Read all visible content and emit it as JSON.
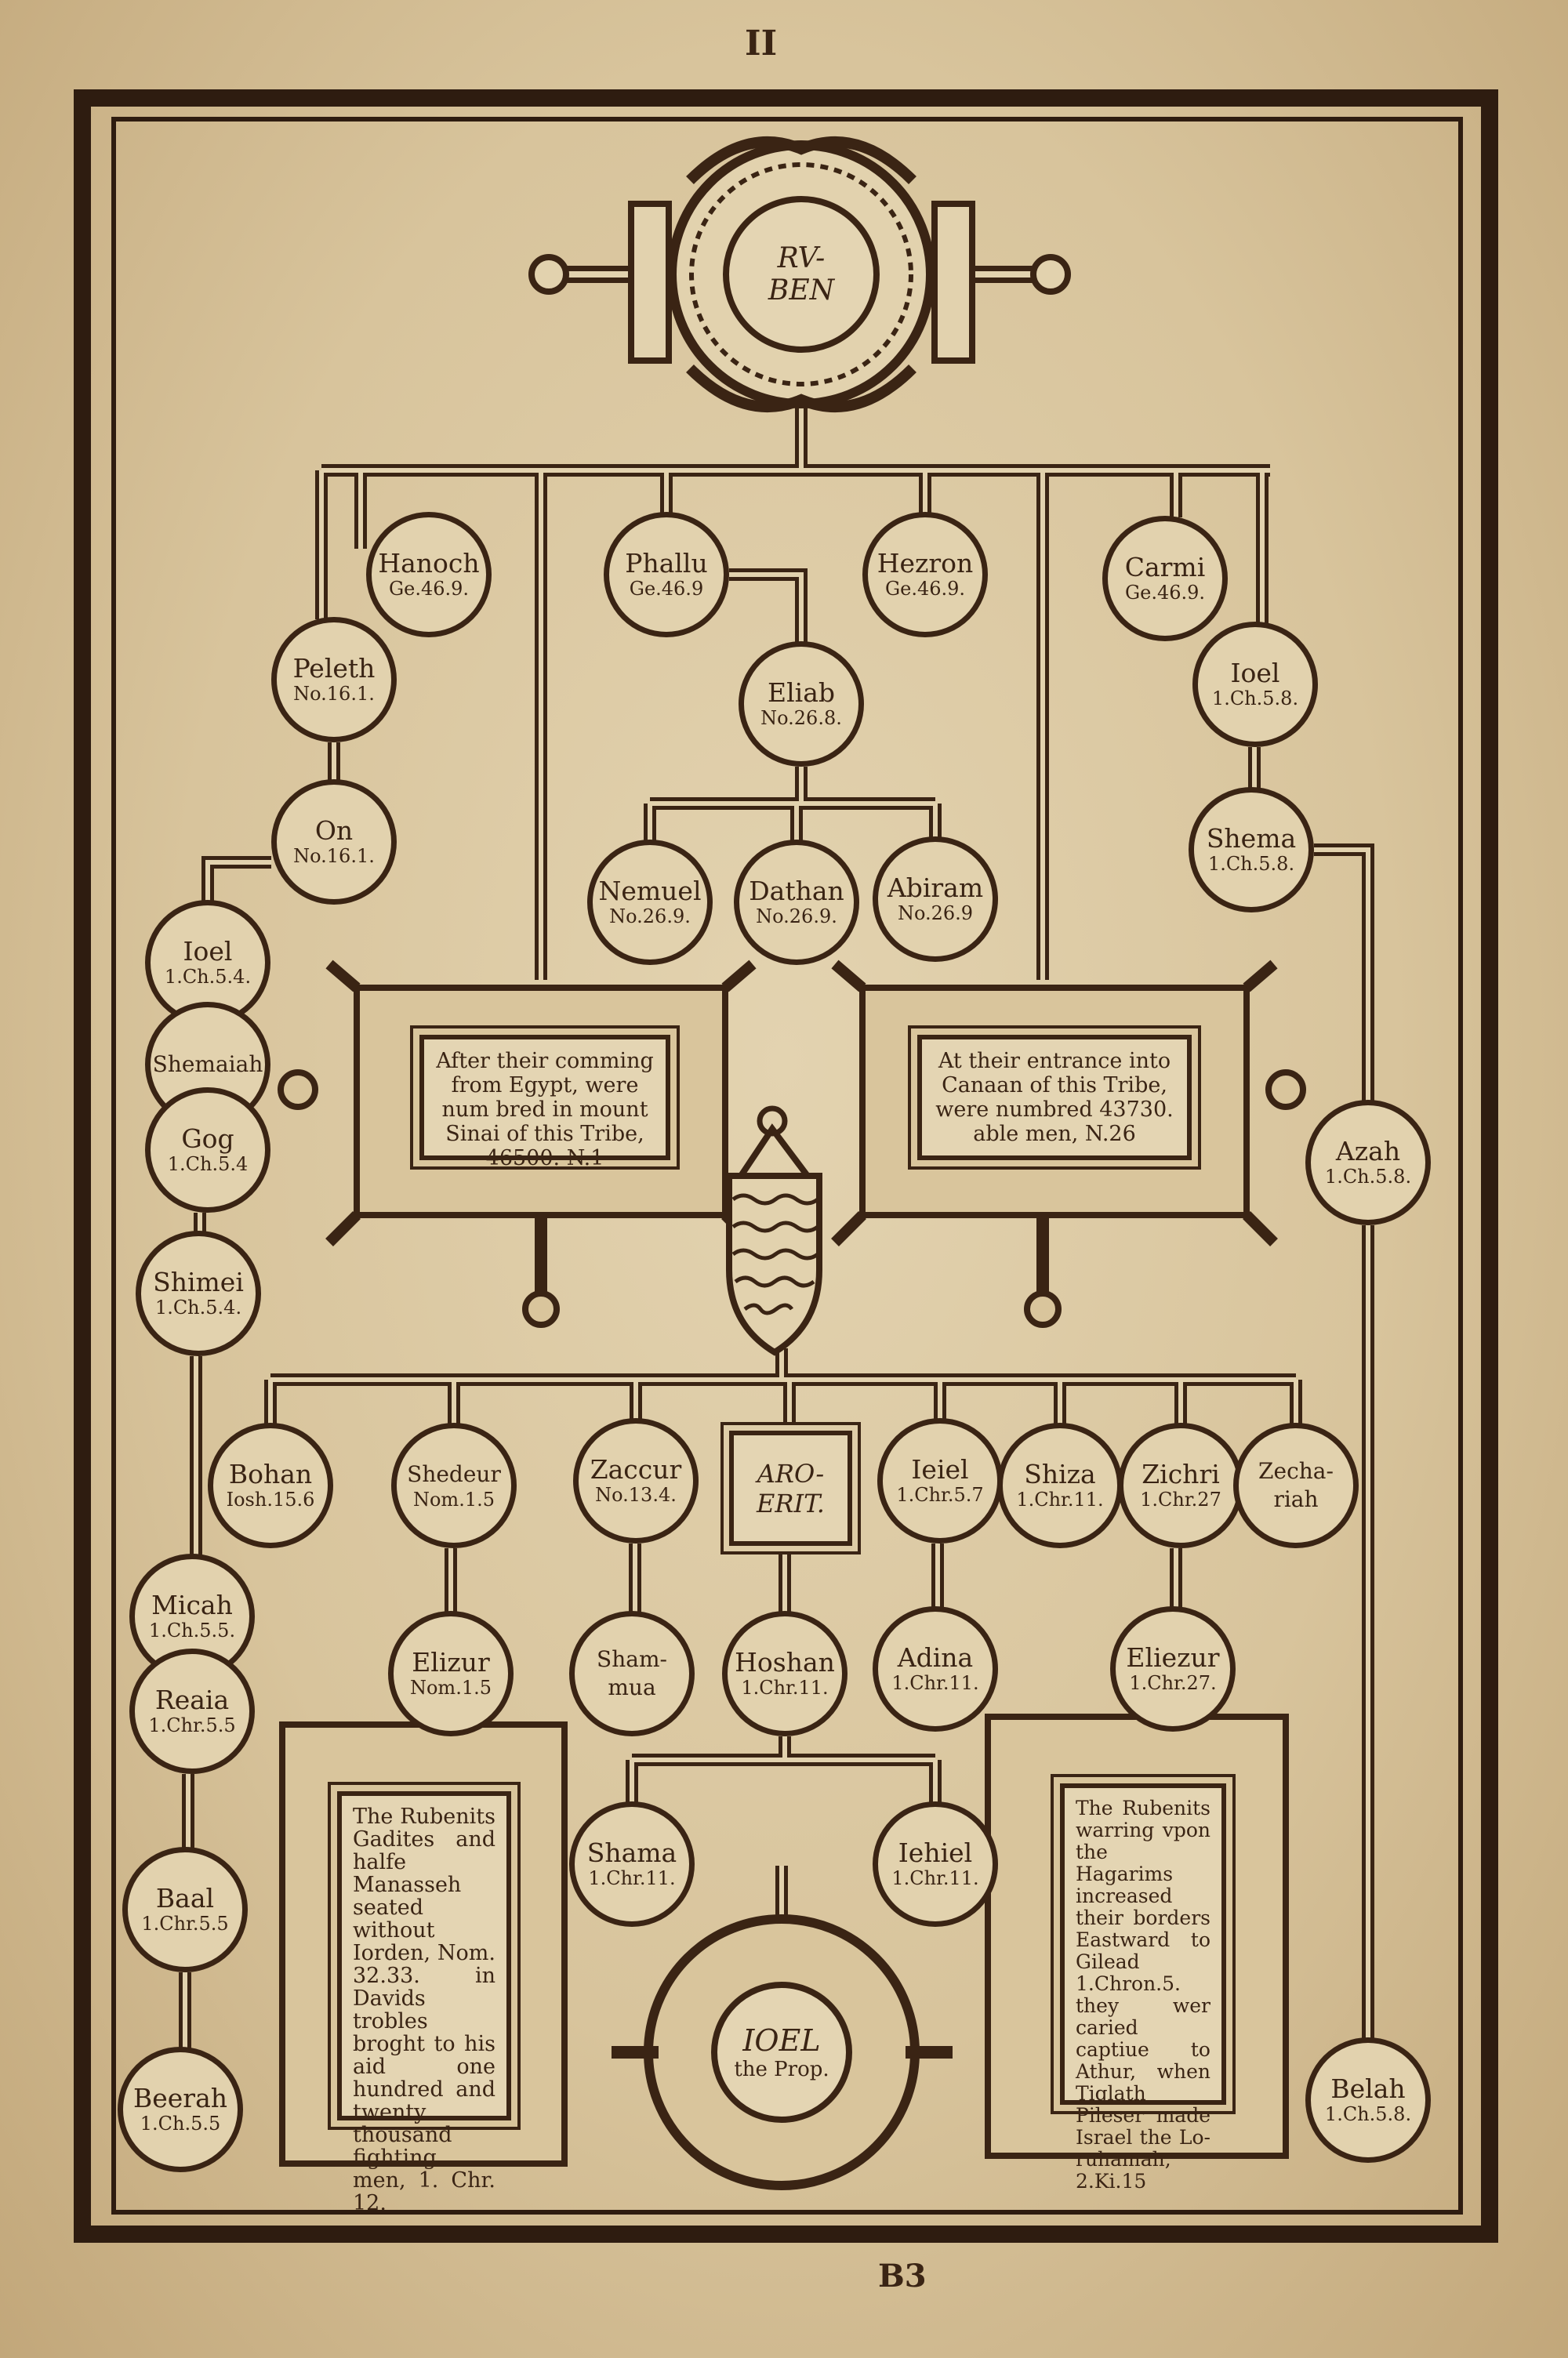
{
  "page_marks": {
    "top": "II",
    "bottom": "B3"
  },
  "head": {
    "line1": "RV-",
    "line2": "BEN"
  },
  "generation1": [
    {
      "name": "Hanoch",
      "ref": "Ge.46.9."
    },
    {
      "name": "Phallu",
      "ref": "Ge.46.9"
    },
    {
      "name": "Hezron",
      "ref": "Ge.46.9."
    },
    {
      "name": "Carmi",
      "ref": "Ge.46.9."
    }
  ],
  "others_top": [
    {
      "name": "Peleth",
      "ref": "No.16.1."
    },
    {
      "name": "Eliab",
      "ref": "No.26.8."
    },
    {
      "name": "Ioel",
      "ref": "1.Ch.5.8."
    },
    {
      "name": "On",
      "ref": "No.16.1."
    },
    {
      "name": "Shema",
      "ref": "1.Ch.5.8."
    },
    {
      "name": "Nemuel",
      "ref": "No.26.9."
    },
    {
      "name": "Dathan",
      "ref": "No.26.9."
    },
    {
      "name": "Abiram",
      "ref": "No.26.9"
    }
  ],
  "left_line": [
    {
      "name": "Ioel",
      "ref": "1.Ch.5.4."
    },
    {
      "name": "Shemaiah",
      "ref": ""
    },
    {
      "name": "Gog",
      "ref": "1.Ch.5.4"
    },
    {
      "name": "Shimei",
      "ref": "1.Ch.5.4."
    },
    {
      "name": "Micah",
      "ref": "1.Ch.5.5."
    },
    {
      "name": "Reaia",
      "ref": "1.Chr.5.5"
    },
    {
      "name": "Baal",
      "ref": "1.Chr.5.5"
    },
    {
      "name": "Beerah",
      "ref": "1.Ch.5.5"
    }
  ],
  "right_line": [
    {
      "name": "Azah",
      "ref": "1.Ch.5.8."
    },
    {
      "name": "Belah",
      "ref": "1.Ch.5.8."
    }
  ],
  "cartouche_left": "After their comming from Egypt, were num bred in mount Sinai of this Tribe, 46500. N.1",
  "cartouche_right": "At their entrance into Canaan of this Tribe, were numbred 43730. able men, N.26",
  "bottom_row": [
    {
      "name": "Bohan",
      "ref": "Iosh.15.6"
    },
    {
      "name": "Shedeur",
      "ref": "Nom.1.5"
    },
    {
      "name": "Zaccur",
      "ref": "No.13.4."
    },
    {
      "name": "Ieiel",
      "ref": "1.Chr.5.7"
    },
    {
      "name": "Shiza",
      "ref": "1.Chr.11."
    },
    {
      "name": "Zichri",
      "ref": "1.Chr.27"
    },
    {
      "name": "Zecha-riah",
      "ref": ""
    }
  ],
  "aroerit": {
    "line1": "ARO-",
    "line2": "ERIT."
  },
  "second_row": [
    {
      "name": "Elizur",
      "ref": "Nom.1.5"
    },
    {
      "name": "Sham-mua",
      "ref": ""
    },
    {
      "name": "Hoshan",
      "ref": "1.Chr.11."
    },
    {
      "name": "Adina",
      "ref": "1.Chr.11."
    },
    {
      "name": "Eliezur",
      "ref": "1.Chr.27."
    }
  ],
  "third_row": [
    {
      "name": "Shama",
      "ref": "1.Chr.11."
    },
    {
      "name": "Iehiel",
      "ref": "1.Chr.11."
    }
  ],
  "prophet": {
    "name": "IOEL",
    "sub": "the Prop."
  },
  "panel_left": "The Rubenits Gadites and halfe Manasseh seated without Iorden, Nom. 32.33. in Davids trobles broght to his aid one hundred and twenty thousand fighting men, 1. Chr. 12.",
  "panel_right": "The Rubenits warring vpon the Hagarims increased their borders Eastward to Gilead 1.Chron.5. they wer caried captiue to Athur, when Tiglath Pileser made Israel the Lo-ruhamah, 2.Ki.15",
  "colors": {
    "ink": "#3a2414",
    "paper": "#e2d2ae"
  }
}
